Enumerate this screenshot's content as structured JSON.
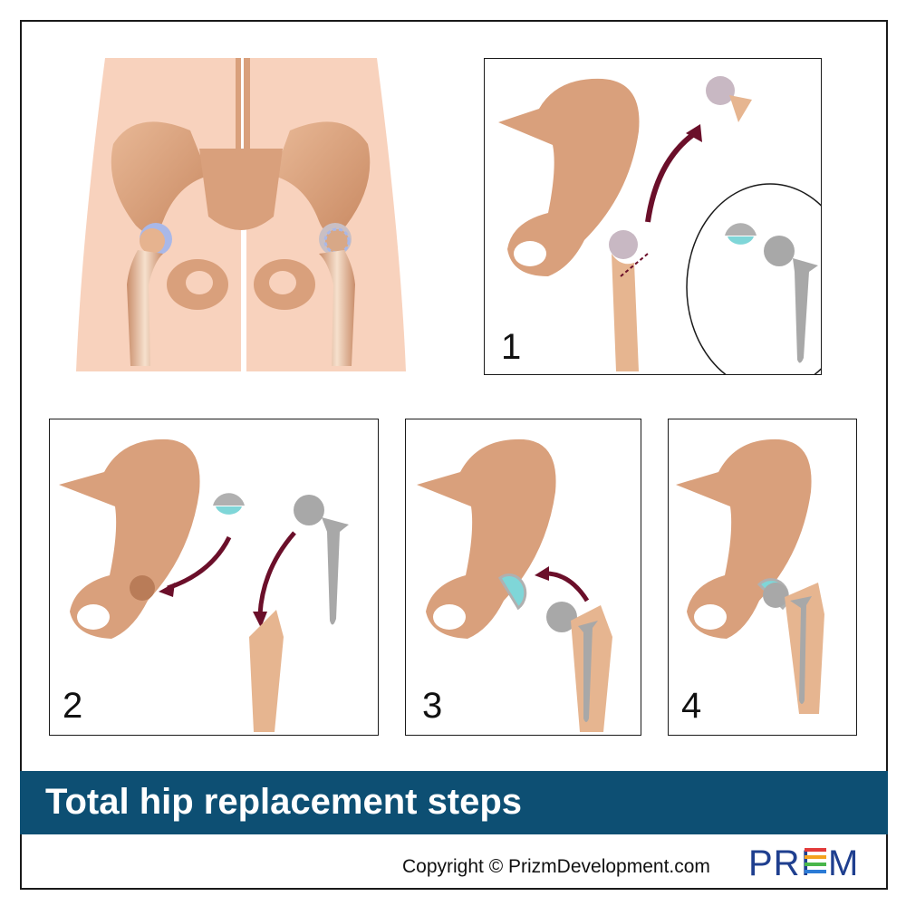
{
  "title": "Total hip replacement steps",
  "copyright": "Copyright © PrizmDevelopment.com",
  "logo_text": "PRIZM",
  "steps": [
    {
      "number": "1"
    },
    {
      "number": "2"
    },
    {
      "number": "3"
    },
    {
      "number": "4"
    }
  ],
  "colors": {
    "bone": "#d9a07c",
    "bone_dark": "#b97c58",
    "skin": "#f8d2bd",
    "cartilage": "#a9b8e8",
    "arrow": "#6b0f2a",
    "implant": "#a8a8a8",
    "liner": "#7fd6d8",
    "banner": "#0d4f73"
  }
}
